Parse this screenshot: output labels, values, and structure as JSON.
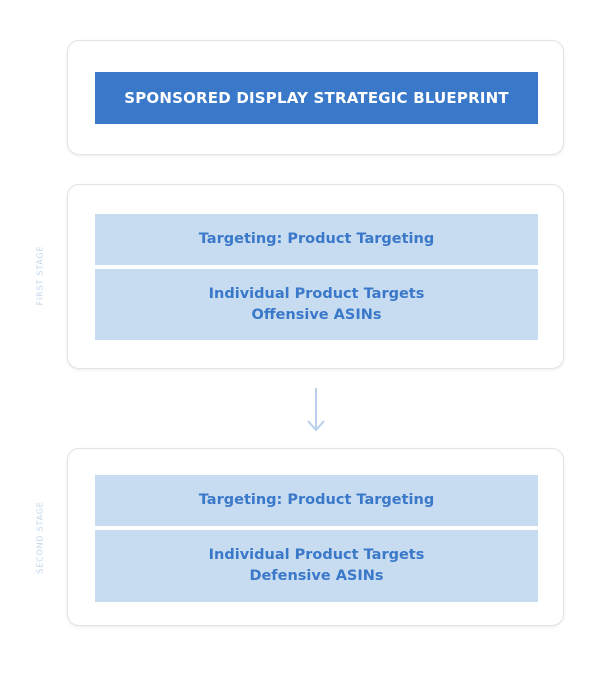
{
  "title": "SPONSORED DISPLAY STRATEGIC BLUEPRINT",
  "stages": [
    {
      "label": "FIRST STAGE",
      "targeting": "Targeting: Product Targeting",
      "line1": "Individual Product Targets",
      "line2": "Offensive ASINs"
    },
    {
      "label": "SECOND STAGE",
      "targeting": "Targeting: Product Targeting",
      "line1": "Individual Product Targets",
      "line2": "Defensive ASINs"
    }
  ],
  "colors": {
    "title_bg": "#3a78c9",
    "row_bg": "#c8dcf1",
    "row_text": "#3a78c9",
    "stage_label": "#c4d6ec",
    "arrow": "#b9d0ea"
  }
}
